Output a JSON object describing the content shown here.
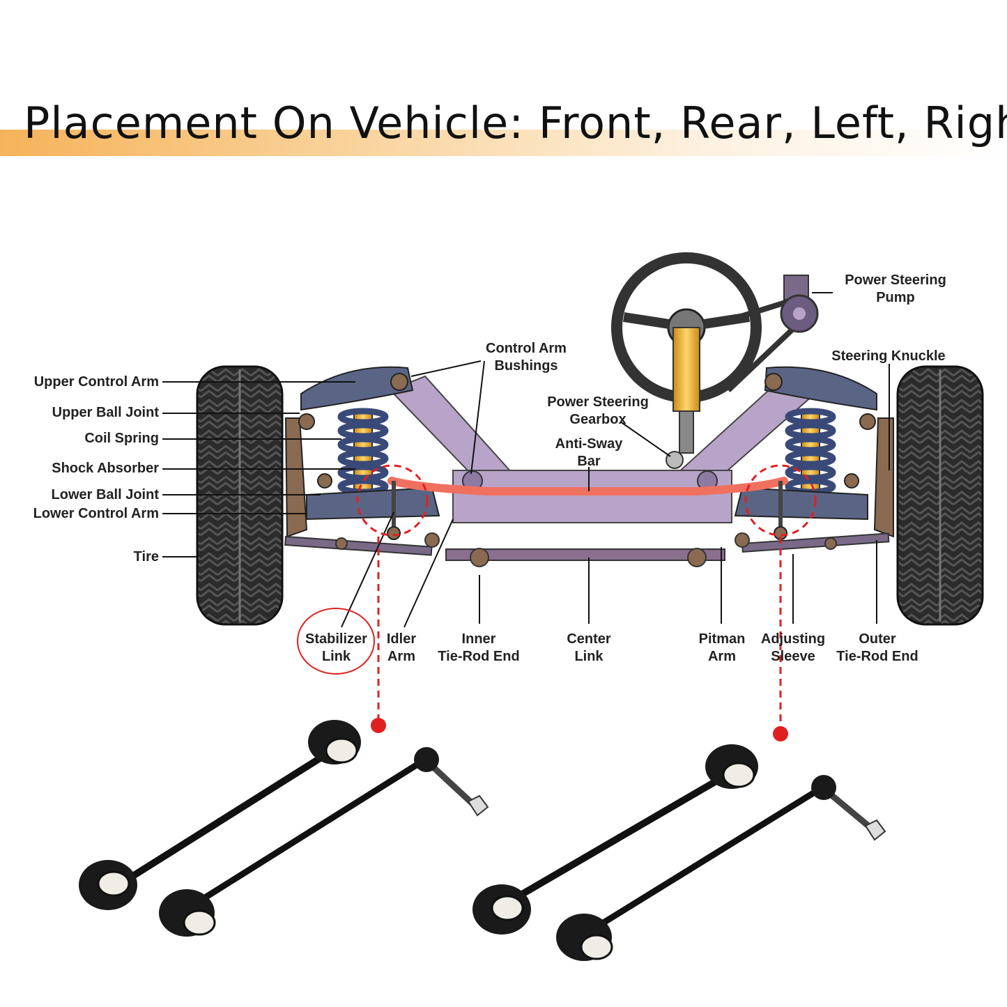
{
  "header": {
    "title": "Placement On Vehicle: Front, Rear, Left, Right"
  },
  "labels": {
    "upper_control_arm": "Upper Control Arm",
    "upper_ball_joint": "Upper Ball Joint",
    "coil_spring": "Coil Spring",
    "shock_absorber": "Shock Absorber",
    "lower_ball_joint": "Lower Ball Joint",
    "lower_control_arm": "Lower Control Arm",
    "tire": "Tire",
    "control_arm_bushings_1": "Control Arm",
    "control_arm_bushings_2": "Bushings",
    "power_steering_gearbox_1": "Power Steering",
    "power_steering_gearbox_2": "Gearbox",
    "anti_sway_bar_1": "Anti-Sway",
    "anti_sway_bar_2": "Bar",
    "power_steering_pump_1": "Power Steering",
    "power_steering_pump_2": "Pump",
    "steering_knuckle": "Steering Knuckle",
    "stabilizer_link_1": "Stabilizer",
    "stabilizer_link_2": "Link",
    "idler_arm_1": "Idler",
    "idler_arm_2": "Arm",
    "inner_tie_rod_end_1": "Inner",
    "inner_tie_rod_end_2": "Tie-Rod End",
    "center_link_1": "Center",
    "center_link_2": "Link",
    "pitman_arm_1": "Pitman",
    "pitman_arm_2": "Arm",
    "adjusting_sleeve_1": "Adjusting",
    "adjusting_sleeve_2": "Sleeve",
    "outer_tie_rod_end_1": "Outer",
    "outer_tie_rod_end_2": "Tie-Rod End"
  },
  "colors": {
    "frame": "#b8a4c9",
    "arm": "#5a6586",
    "spring": "#3a4a78",
    "shock": "#f0b43c",
    "sway_bar": "#f07060",
    "highlight": "#e02020",
    "tire": "#2a2a2a",
    "banner": "#f6b35a"
  },
  "icons": [
    "steering-wheel-icon",
    "power-steering-pump-icon",
    "tire-icon",
    "stabilizer-link-part-icon"
  ]
}
